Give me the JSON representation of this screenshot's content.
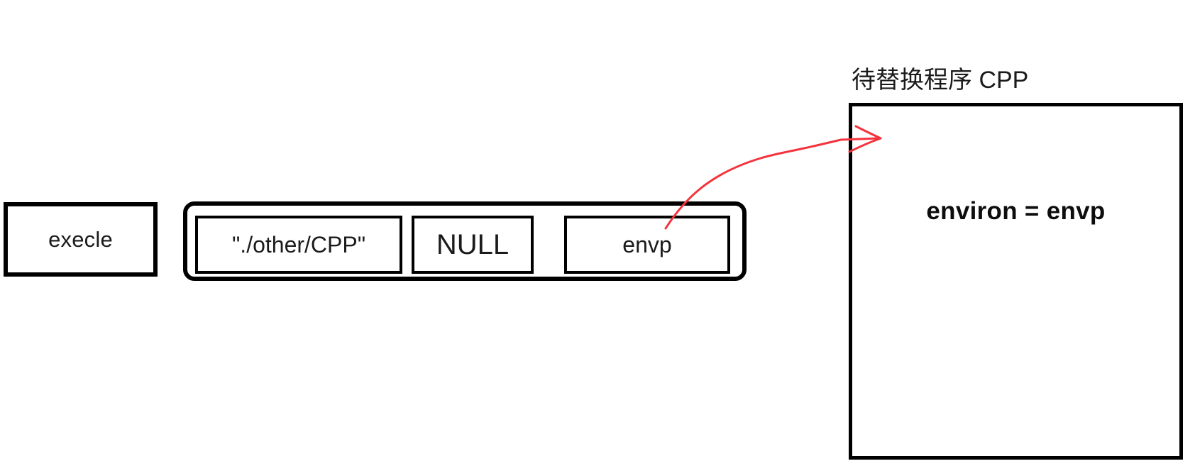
{
  "diagram": {
    "caller": {
      "label": "execle"
    },
    "arguments": {
      "cells": [
        {
          "label": "\"./other/CPP\"",
          "role": "program-path"
        },
        {
          "label": "NULL",
          "role": "arg-terminator"
        },
        {
          "label": "envp",
          "role": "environment-pointer"
        }
      ]
    },
    "target": {
      "title": "待替换程序 CPP",
      "body": "environ = envp"
    },
    "arrow": {
      "name": "envp-to-environ-arrow",
      "color": "#f4333c",
      "from": "envp",
      "to": "environ = envp"
    }
  }
}
